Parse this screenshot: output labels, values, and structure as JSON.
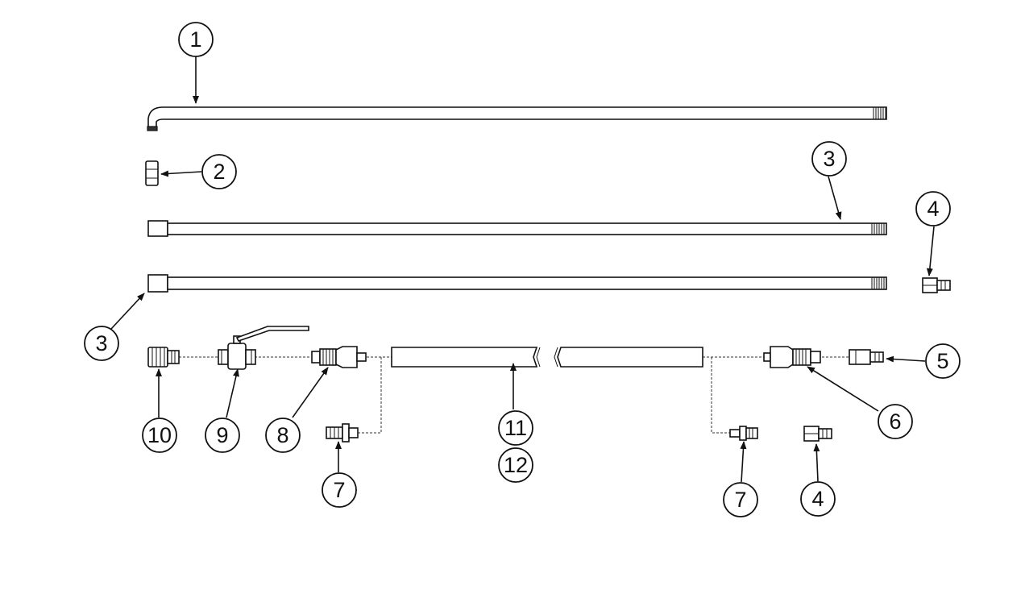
{
  "callouts": {
    "c1": "1",
    "c2": "2",
    "c3a": "3",
    "c3b": "3",
    "c4a": "4",
    "c4b": "4",
    "c5": "5",
    "c6": "6",
    "c7a": "7",
    "c7b": "7",
    "c8": "8",
    "c9": "9",
    "c10": "10",
    "c11": "11",
    "c12": "12"
  },
  "colors": {
    "line": "#111111",
    "background": "#ffffff"
  }
}
